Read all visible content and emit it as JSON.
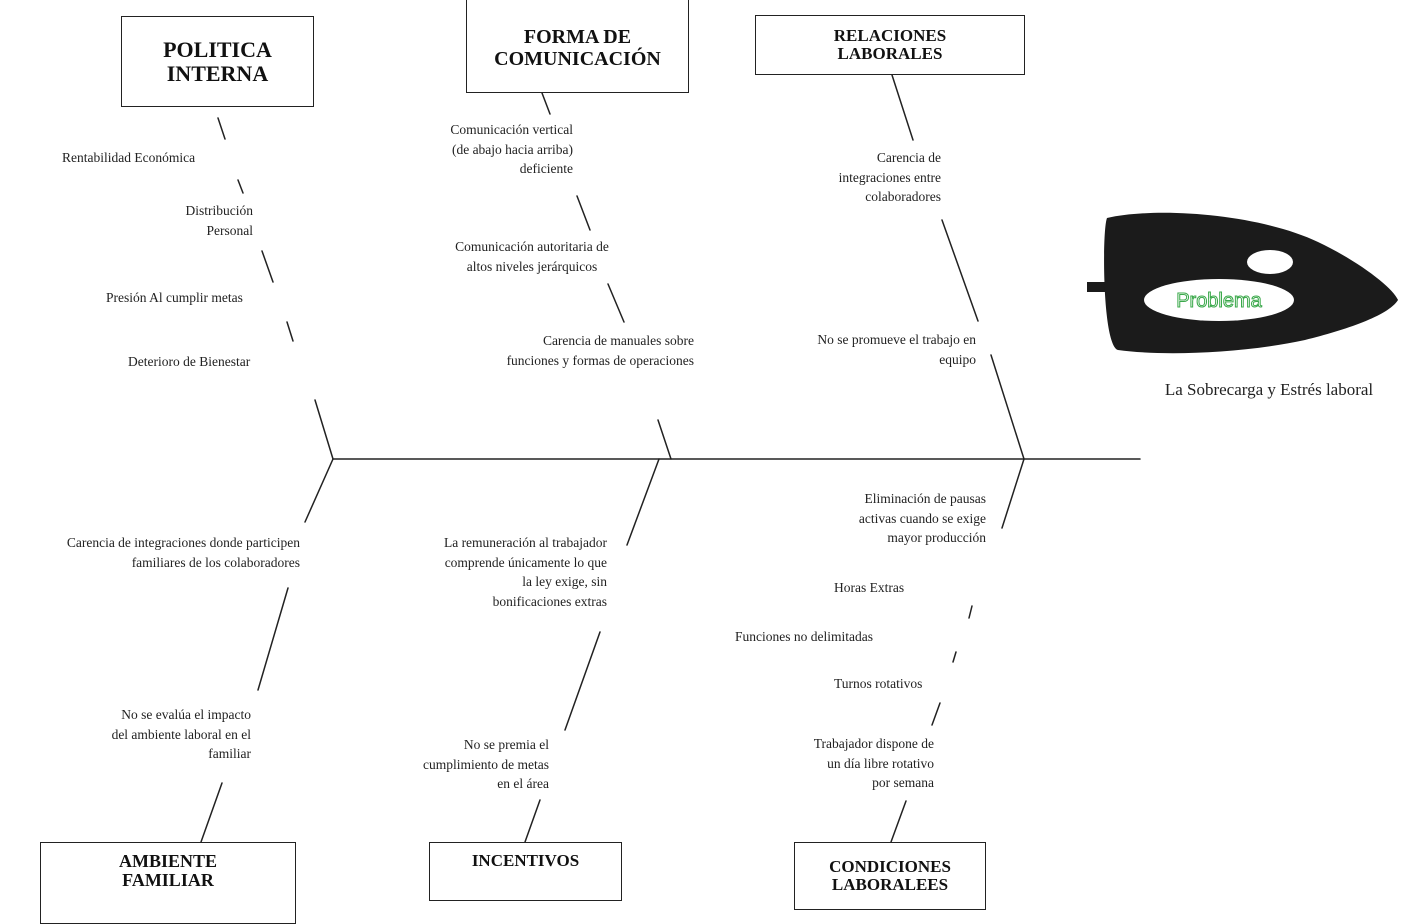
{
  "categories": {
    "politica_interna": "POLITICA\nINTERNA",
    "forma_comunicacion": "FORMA DE\nCOMUNICACIÓN",
    "relaciones_laborales": "RELACIONES\nLABORALES",
    "ambiente_familiar": "AMBIENTE\nFAMILIAR",
    "incentivos": "INCENTIVOS",
    "condiciones_laborales": "CONDICIONES\nLABORALEES"
  },
  "causes": {
    "politica_interna": [
      "Rentabilidad Económica",
      "Distribución\nPersonal",
      "Presión Al cumplir metas",
      "Deterioro de Bienestar"
    ],
    "forma_comunicacion": [
      "Comunicación vertical\n(de abajo hacia arriba)\ndeficiente",
      "Comunicación autoritaria de\naltos niveles jerárquicos",
      "Carencia de manuales sobre\nfunciones y formas de operaciones"
    ],
    "relaciones_laborales": [
      "Carencia de\nintegraciones entre\ncolaboradores",
      "No se promueve el trabajo en\nequipo"
    ],
    "ambiente_familiar": [
      "Carencia de integraciones donde participen\nfamiliares de los colaboradores",
      "No se evalúa el impacto\ndel ambiente laboral en el\nfamiliar"
    ],
    "incentivos": [
      "La remuneración al trabajador\ncomprende únicamente lo que\nla ley exige, sin\nbonificaciones extras",
      "No se premia el\ncumplimiento de metas\nen el área"
    ],
    "condiciones_laborales": [
      "Eliminación de pausas\nactivas cuando se exige\nmayor producción",
      "Horas Extras",
      "Funciones no delimitadas",
      "Turnos rotativos",
      "Trabajador dispone de\nun día libre rotativo\npor semana"
    ]
  },
  "head": {
    "badge": "Problema",
    "label": "La Sobrecarga y Estrés laboral"
  },
  "colors": {
    "line": "#222222",
    "head_fill": "#1b1b1b",
    "badge_text": "#3aa84a"
  }
}
